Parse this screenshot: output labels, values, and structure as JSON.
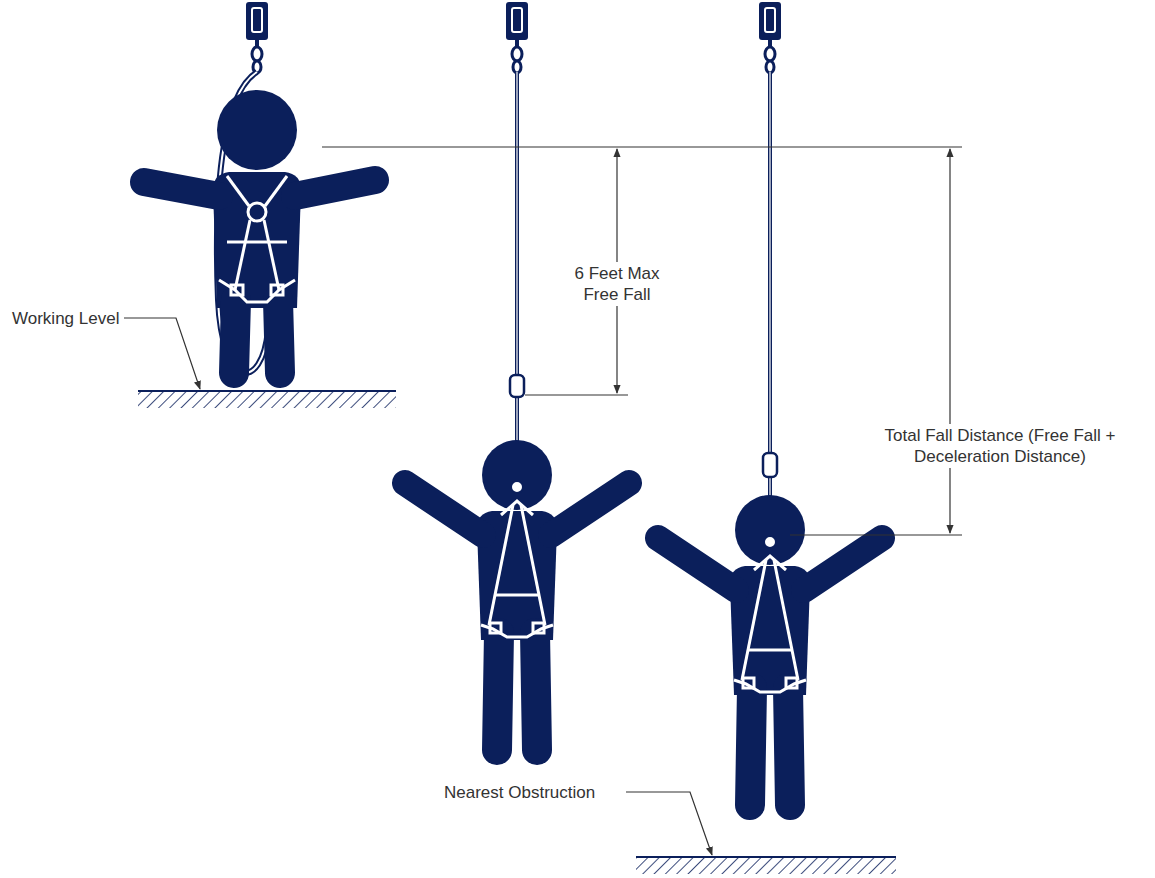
{
  "diagram": {
    "labels": [
      "Working Level",
      "6 Feet Max Free Fall",
      "Total Fall Distance (Free Fall + Deceleration Distance)",
      "Nearest Obstruction"
    ]
  }
}
